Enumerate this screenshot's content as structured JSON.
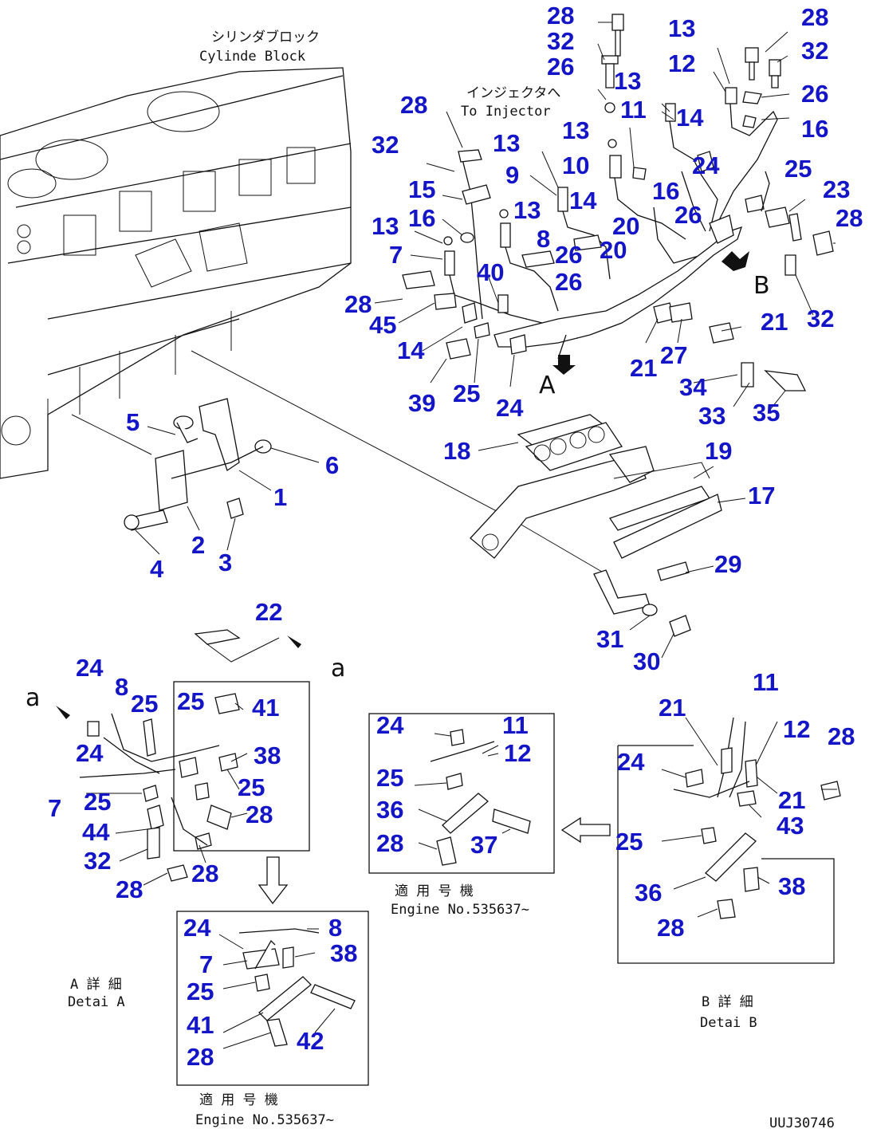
{
  "captions": {
    "cylinder_block_jp": "シリンダブロック",
    "cylinder_block_en": "Cylinde Block",
    "to_injector_jp": "インジェクタへ",
    "to_injector_en": "To Injector",
    "detail_a_jp": "A 詳 細",
    "detail_a_en": "Detai A",
    "detail_b_jp": "B 詳 細",
    "detail_b_en": "Detai B",
    "applicable_center_jp": "適 用 号 機",
    "applicable_center_en": "Engine No.535637~",
    "applicable_bottom_jp": "適 用 号 機",
    "applicable_bottom_en": "Engine No.535637~",
    "drawing_code": "UUJ30746"
  },
  "view_letters": {
    "main_A": "A",
    "main_B": "B",
    "detail_a_top": "a",
    "detail_a_left": "a"
  },
  "callouts": [
    {
      "id": "c1",
      "label": "28"
    },
    {
      "id": "c2",
      "label": "32"
    },
    {
      "id": "c3",
      "label": "26"
    },
    {
      "id": "c4",
      "label": "13"
    },
    {
      "id": "c5",
      "label": "11"
    },
    {
      "id": "c6",
      "label": "13"
    },
    {
      "id": "c7",
      "label": "12"
    },
    {
      "id": "c8",
      "label": "14"
    },
    {
      "id": "c9",
      "label": "28"
    },
    {
      "id": "c10",
      "label": "32"
    },
    {
      "id": "c11",
      "label": "26"
    },
    {
      "id": "c12",
      "label": "16"
    },
    {
      "id": "c13",
      "label": "28"
    },
    {
      "id": "c14",
      "label": "32"
    },
    {
      "id": "c15",
      "label": "13"
    },
    {
      "id": "c16",
      "label": "13"
    },
    {
      "id": "c17",
      "label": "10"
    },
    {
      "id": "c18",
      "label": "9"
    },
    {
      "id": "c19",
      "label": "14"
    },
    {
      "id": "c20",
      "label": "16"
    },
    {
      "id": "c21",
      "label": "24"
    },
    {
      "id": "c22",
      "label": "25"
    },
    {
      "id": "c23",
      "label": "23"
    },
    {
      "id": "c24",
      "label": "28"
    },
    {
      "id": "c25",
      "label": "15"
    },
    {
      "id": "c26",
      "label": "16"
    },
    {
      "id": "c27",
      "label": "13"
    },
    {
      "id": "c28",
      "label": "8"
    },
    {
      "id": "c29",
      "label": "20"
    },
    {
      "id": "c30",
      "label": "26"
    },
    {
      "id": "c31",
      "label": "13"
    },
    {
      "id": "c32",
      "label": "7"
    },
    {
      "id": "c33",
      "label": "20"
    },
    {
      "id": "c34",
      "label": "26"
    },
    {
      "id": "c35",
      "label": "40"
    },
    {
      "id": "c36",
      "label": "26"
    },
    {
      "id": "c37",
      "label": "32"
    },
    {
      "id": "c38",
      "label": "28"
    },
    {
      "id": "c39",
      "label": "45"
    },
    {
      "id": "c40",
      "label": "21"
    },
    {
      "id": "c41",
      "label": "14"
    },
    {
      "id": "c42",
      "label": "21"
    },
    {
      "id": "c43",
      "label": "27"
    },
    {
      "id": "c44",
      "label": "34"
    },
    {
      "id": "c45",
      "label": "39"
    },
    {
      "id": "c46",
      "label": "25"
    },
    {
      "id": "c47",
      "label": "24"
    },
    {
      "id": "c48",
      "label": "33"
    },
    {
      "id": "c49",
      "label": "35"
    },
    {
      "id": "c50",
      "label": "5"
    },
    {
      "id": "c51",
      "label": "6"
    },
    {
      "id": "c52",
      "label": "18"
    },
    {
      "id": "c53",
      "label": "19"
    },
    {
      "id": "c54",
      "label": "1"
    },
    {
      "id": "c55",
      "label": "17"
    },
    {
      "id": "c56",
      "label": "2"
    },
    {
      "id": "c57",
      "label": "3"
    },
    {
      "id": "c58",
      "label": "4"
    },
    {
      "id": "c59",
      "label": "29"
    },
    {
      "id": "c60",
      "label": "22"
    },
    {
      "id": "c61",
      "label": "31"
    },
    {
      "id": "c62",
      "label": "30"
    },
    {
      "id": "c63",
      "label": "24"
    },
    {
      "id": "c64",
      "label": "8"
    },
    {
      "id": "c65",
      "label": "25"
    },
    {
      "id": "c66",
      "label": "25"
    },
    {
      "id": "c67",
      "label": "41"
    },
    {
      "id": "c68",
      "label": "24"
    },
    {
      "id": "c69",
      "label": "38"
    },
    {
      "id": "c70",
      "label": "7"
    },
    {
      "id": "c71",
      "label": "25"
    },
    {
      "id": "c72",
      "label": "25"
    },
    {
      "id": "c73",
      "label": "28"
    },
    {
      "id": "c74",
      "label": "44"
    },
    {
      "id": "c75",
      "label": "32"
    },
    {
      "id": "c76",
      "label": "28"
    },
    {
      "id": "c77",
      "label": "28"
    },
    {
      "id": "c78",
      "label": "24"
    },
    {
      "id": "c79",
      "label": "11"
    },
    {
      "id": "c80",
      "label": "12"
    },
    {
      "id": "c81",
      "label": "25"
    },
    {
      "id": "c82",
      "label": "36"
    },
    {
      "id": "c83",
      "label": "28"
    },
    {
      "id": "c84",
      "label": "37"
    },
    {
      "id": "c85",
      "label": "11"
    },
    {
      "id": "c86",
      "label": "21"
    },
    {
      "id": "c87",
      "label": "12"
    },
    {
      "id": "c88",
      "label": "28"
    },
    {
      "id": "c89",
      "label": "24"
    },
    {
      "id": "c90",
      "label": "21"
    },
    {
      "id": "c91",
      "label": "43"
    },
    {
      "id": "c92",
      "label": "25"
    },
    {
      "id": "c93",
      "label": "36"
    },
    {
      "id": "c94",
      "label": "38"
    },
    {
      "id": "c95",
      "label": "28"
    },
    {
      "id": "c96",
      "label": "24"
    },
    {
      "id": "c97",
      "label": "8"
    },
    {
      "id": "c98",
      "label": "7"
    },
    {
      "id": "c99",
      "label": "38"
    },
    {
      "id": "c100",
      "label": "25"
    },
    {
      "id": "c101",
      "label": "41"
    },
    {
      "id": "c102",
      "label": "42"
    },
    {
      "id": "c103",
      "label": "28"
    }
  ]
}
